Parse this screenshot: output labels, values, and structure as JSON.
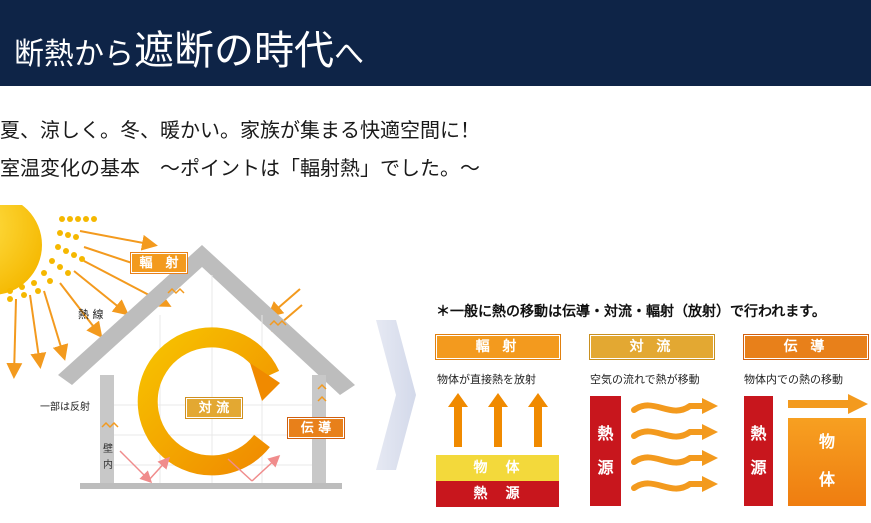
{
  "banner": {
    "title_small_1": "断熱から",
    "title_large": "遮断の時代",
    "title_small_2": "へ"
  },
  "intro": {
    "line1": "夏、涼しく。冬、暖かい。家族が集まる快適空間に！",
    "line2": "室温変化の基本　～ポイントは「輻射熱」でした。～"
  },
  "house": {
    "radiation_tag": "輻　射",
    "heat_rays_label": "熱 線",
    "partial_reflection_label": "一部は反射",
    "convection_tag": "対 流",
    "conduction_tag": "伝 導",
    "wall_label_1": "壁",
    "wall_label_2": "内"
  },
  "explain": {
    "heading": "＊一般に熱の移動は伝導・対流・輻射（放射）で行われます。",
    "radiation": {
      "title": "輻 射",
      "desc": "物体が直接熱を放射",
      "object_label": "物　体",
      "source_label": "熱　源"
    },
    "convection": {
      "title": "対 流",
      "desc": "空気の流れで熱が移動",
      "source_label_1": "熱",
      "source_label_2": "源"
    },
    "conduction": {
      "title": "伝 導",
      "desc": "物体内での熱の移動",
      "source_label_1": "熱",
      "source_label_2": "源",
      "object_label_1": "物",
      "object_label_2": "体"
    }
  },
  "colors": {
    "banner": "#0e2447",
    "orange": "#f39a1e",
    "dark_orange": "#e8801a",
    "gold": "#e3a832",
    "red": "#c8161d",
    "yellow": "#f3d93b",
    "sun": "#f7c300",
    "house_gray": "#b9b9b9"
  }
}
